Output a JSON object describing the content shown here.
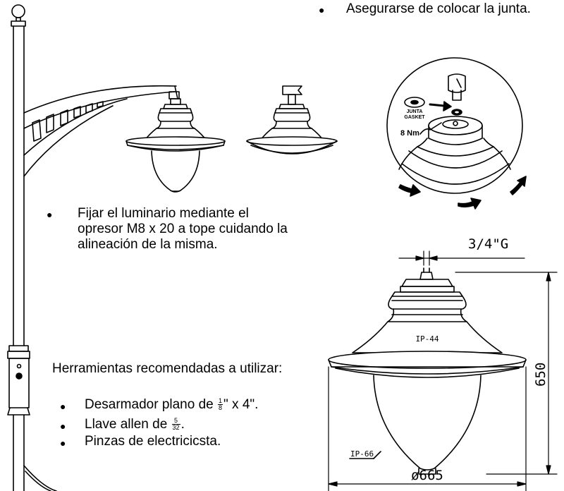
{
  "top_note": "Asegurarse de colocar la junta.",
  "fix_note": "Fijar el luminario mediante el opresor M8 x 20 a tope cuidando la alineación de la misma.",
  "tools": {
    "title": "Herramientas recomendadas a utilizar:",
    "item1_prefix": "Desarmador plano de ",
    "item1_num": "1",
    "item1_den": "8",
    "item1_suffix": "\" x 4\".",
    "item2_prefix": "Llave allen de ",
    "item2_num": "5",
    "item2_den": "32",
    "item2_suffix": ".",
    "item3": "Pinzas de electricicsta."
  },
  "detail": {
    "gasket_label_1": "JUNTA",
    "gasket_label_2": "GASKET",
    "torque": "8 Nm"
  },
  "dimensions": {
    "thread": "3/4\"G",
    "height": "650",
    "diameter": "ø665",
    "ip_upper": "IP-44",
    "ip_lower": "IP-66"
  },
  "icons": [
    "bullet-icon",
    "rotation-arrow-icon",
    "insert-arrow-icon"
  ]
}
